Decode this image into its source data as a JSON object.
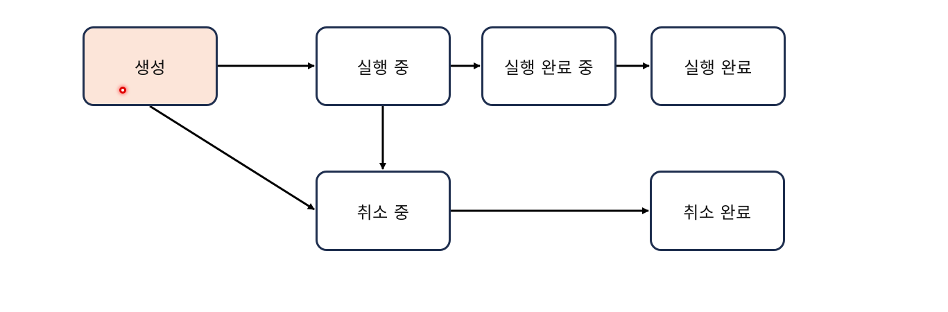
{
  "nodes": {
    "created": "생성",
    "running": "실행 중",
    "completing": "실행 완료 중",
    "completed": "실행 완료",
    "cancelling": "취소 중",
    "cancelled": "취소 완료"
  },
  "edges": [
    {
      "from": "created",
      "to": "running"
    },
    {
      "from": "running",
      "to": "completing"
    },
    {
      "from": "completing",
      "to": "completed"
    },
    {
      "from": "running",
      "to": "cancelling"
    },
    {
      "from": "created",
      "to": "cancelling"
    },
    {
      "from": "cancelling",
      "to": "cancelled"
    }
  ],
  "colors": {
    "node_border": "#1f2f4f",
    "active_fill": "#fce5d9",
    "arrow": "#000000",
    "cursor": "#e00000"
  },
  "active_node": "created"
}
